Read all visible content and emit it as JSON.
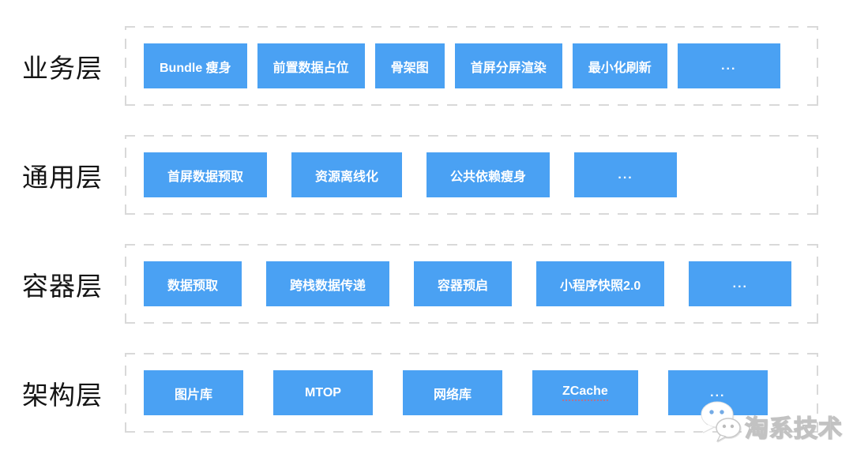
{
  "colors": {
    "box_blue": "#4aa1f3",
    "box_text": "#ffffff",
    "dashed_border_gray": "#d9d9d9",
    "label_black": "#141414",
    "watermark_gray": "#c2c2c2",
    "spellcheck_underline_red": "#eb5a5a"
  },
  "layers": [
    {
      "label": "业务层",
      "items": [
        {
          "text": "Bundle 瘦身"
        },
        {
          "text": "前置数据占位"
        },
        {
          "text": "骨架图"
        },
        {
          "text": "首屏分屏渲染"
        },
        {
          "text": "最小化刷新"
        },
        {
          "text": "...",
          "ellipsis": true
        }
      ]
    },
    {
      "label": "通用层",
      "items": [
        {
          "text": "首屏数据预取"
        },
        {
          "text": "资源离线化"
        },
        {
          "text": "公共依赖瘦身"
        },
        {
          "text": "...",
          "ellipsis": true
        }
      ]
    },
    {
      "label": "容器层",
      "items": [
        {
          "text": "数据预取"
        },
        {
          "text": "跨栈数据传递"
        },
        {
          "text": "容器预启"
        },
        {
          "text": "小程序快照2.0"
        },
        {
          "text": "...",
          "ellipsis": true
        }
      ]
    },
    {
      "label": "架构层",
      "items": [
        {
          "text": "图片库"
        },
        {
          "text": "MTOP"
        },
        {
          "text": "网络库"
        },
        {
          "text": "ZCache",
          "spellcheck_underline": true
        },
        {
          "text": "...",
          "ellipsis": true
        }
      ]
    }
  ],
  "watermark": {
    "icon": "wechat-icon",
    "text": "淘系技术"
  }
}
